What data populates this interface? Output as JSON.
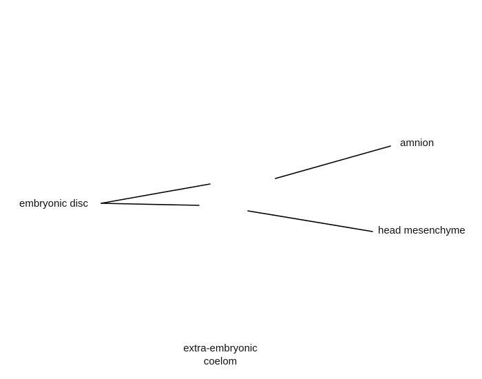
{
  "diagram": {
    "labels": {
      "embryonic_disc": "embryonic disc",
      "amnion": "amnion",
      "head_mesenchyme": "head mesenchyme",
      "extra_embryonic_coelom_line1": "extra-embryonic",
      "extra_embryonic_coelom_line2": "coelom"
    },
    "line_color": "#000000",
    "text_color": "#111111",
    "background": "#ffffff"
  }
}
